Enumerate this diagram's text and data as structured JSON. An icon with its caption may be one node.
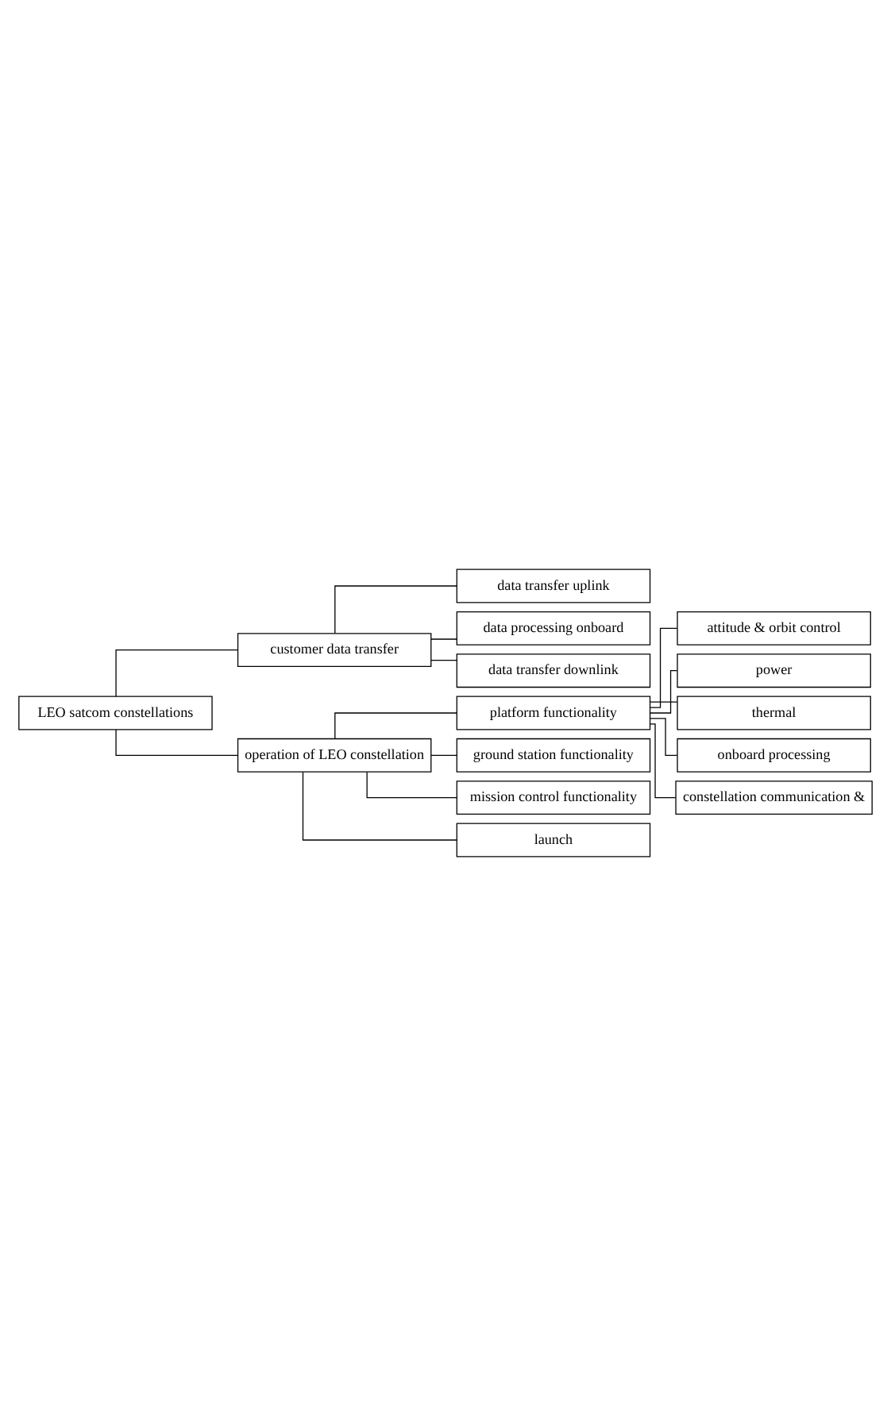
{
  "diagram": {
    "nodes": [
      {
        "text": [
          "LEO satcom constellations"
        ]
      },
      {
        "text": [
          "customer data transfer"
        ]
      },
      {
        "text": [
          "data transfer uplink"
        ]
      },
      {
        "text": [
          "data processing onboard"
        ]
      },
      {
        "text": [
          "data transfer downlink"
        ]
      },
      {
        "text": [
          "operation of LEO constellation"
        ]
      },
      {
        "text": [
          "platform functionality"
        ]
      },
      {
        "text": [
          "attitude & orbit control"
        ]
      },
      {
        "text": [
          "power"
        ]
      },
      {
        "text": [
          "thermal"
        ]
      },
      {
        "text": [
          "onboard processing"
        ]
      },
      {
        "text": [
          "constellation communication &"
        ]
      },
      {
        "text": [
          "ground station functionality"
        ]
      },
      {
        "text": [
          "mission control functionality"
        ]
      },
      {
        "text": [
          "launch"
        ]
      }
    ],
    "edges": [
      {
        "from": 0,
        "to": 1,
        "arrow": "none"
      },
      {
        "from": 1,
        "to": 2,
        "arrow": "none"
      },
      {
        "from": 1,
        "to": 3,
        "arrow": "none"
      },
      {
        "from": 1,
        "to": 4,
        "arrow": "none"
      },
      {
        "from": 0,
        "to": 5,
        "arrow": "none"
      },
      {
        "from": 5,
        "to": 6,
        "arrow": "none"
      },
      {
        "from": 6,
        "to": 7,
        "arrow": "none"
      },
      {
        "from": 6,
        "to": 8,
        "arrow": "none"
      },
      {
        "from": 6,
        "to": 9,
        "arrow": "none"
      },
      {
        "from": 6,
        "to": 10,
        "arrow": "none"
      },
      {
        "from": 6,
        "to": 11,
        "arrow": "none"
      },
      {
        "from": 5,
        "to": 12,
        "arrow": "none"
      },
      {
        "from": 5,
        "to": 13,
        "arrow": "none"
      },
      {
        "from": 5,
        "to": 14,
        "arrow": "none"
      }
    ]
  }
}
